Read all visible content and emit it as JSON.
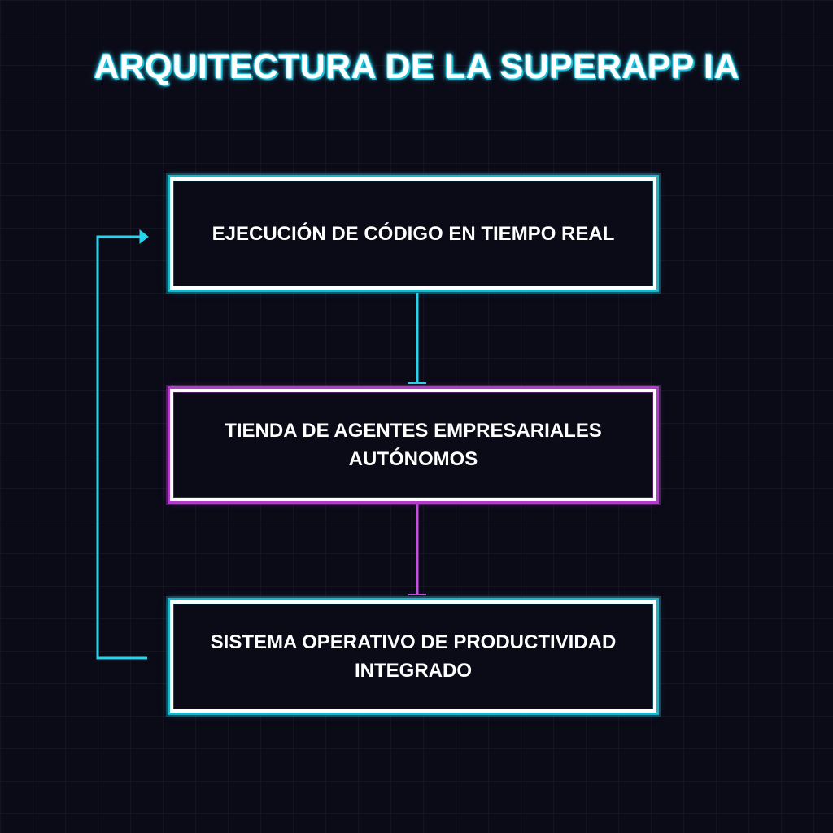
{
  "diagram": {
    "title": "ARQUITECTURA DE LA SUPERAPP IA",
    "nodes": [
      {
        "id": "n1",
        "label": "EJECUCIÓN DE CÓDIGO EN TIEMPO REAL",
        "accent": "#27d4ee"
      },
      {
        "id": "n2",
        "label": "TIENDA DE AGENTES EMPRESARIALES\nAUTÓNOMOS",
        "accent": "#c64fe0"
      },
      {
        "id": "n3",
        "label": "SISTEMA OPERATIVO DE PRODUCTIVIDAD\nINTEGRADO",
        "accent": "#27d4ee"
      }
    ],
    "edges": [
      {
        "from": "n1",
        "to": "n2",
        "color": "#27d4ee"
      },
      {
        "from": "n2",
        "to": "n3",
        "color": "#c64fe0"
      },
      {
        "from": "n3",
        "to": "n1",
        "color": "#27d4ee"
      }
    ],
    "colors": {
      "background": "#0b0b18",
      "cyan": "#27d4ee",
      "magenta": "#c64fe0",
      "border": "#ffffff"
    }
  }
}
